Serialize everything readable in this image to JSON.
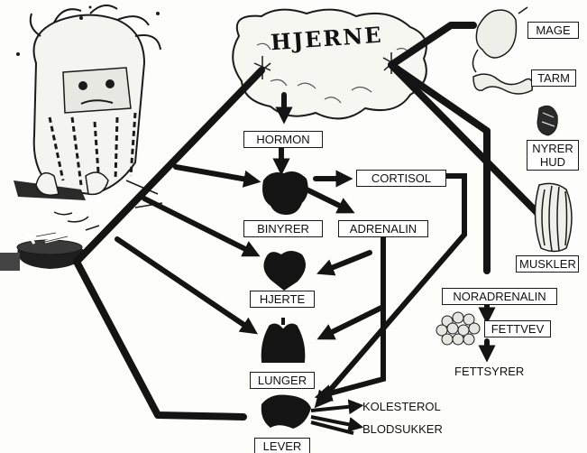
{
  "brain": {
    "title": "HJERNE"
  },
  "labels": {
    "hormon": "HORMON",
    "cortisol": "CORTISOL",
    "binyrer": "BINYRER",
    "adrenalin": "ADRENALIN",
    "hjerte": "HJERTE",
    "lunger": "LUNGER",
    "lever": "LEVER",
    "kolesterol": "KOLESTEROL",
    "blodsukker": "BLODSUKKER",
    "mage": "MAGE",
    "tarm": "TARM",
    "nyrer_hud": "NYRER\nHUD",
    "muskler": "MUSKLER",
    "noradrenalin": "NORADRENALIN",
    "fettvev": "FETTVEV",
    "fettsyrer": "FETTSYRER"
  },
  "colors": {
    "ink": "#1a1a1a",
    "paper": "#fdfdfb",
    "organ": "#141414"
  }
}
